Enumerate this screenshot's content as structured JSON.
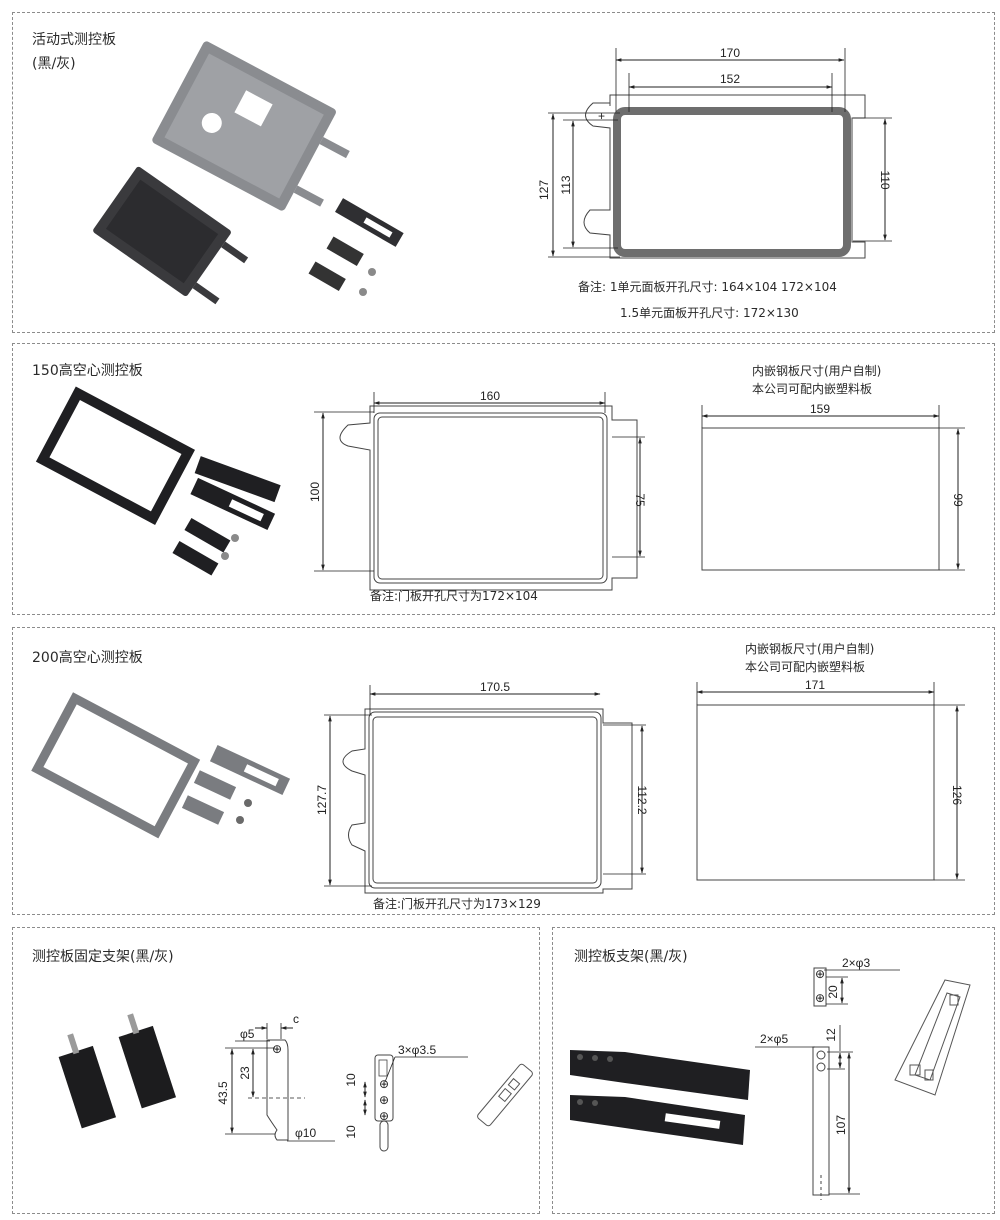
{
  "colors": {
    "border": "#8c8c8c",
    "line": "#333333",
    "gray_part": "#7d7f83",
    "black_part": "#2b2b2e",
    "thick_frame": "#6e6e6e"
  },
  "panels": [
    {
      "title": "活动式测控板",
      "subtitle": "(黑/灰)",
      "photo": "activity-panel-kit-photo",
      "drawing": {
        "dims": {
          "outer_width": "170",
          "inner_width": "152",
          "outer_height": "127",
          "inner_height": "113",
          "right_height": "110"
        },
        "notes": [
          "备注: 1单元面板开孔尺寸: 164×104   172×104",
          "1.5单元面板开孔尺寸: 172×130"
        ]
      }
    },
    {
      "title": "150高空心测控板",
      "photo": "150-hollow-panel-kit-photo",
      "drawing": {
        "dims": {
          "width": "160",
          "height": "100",
          "right_height": "75"
        },
        "note": "备注:门板开孔尺寸为172×104"
      },
      "insert": {
        "caption_line1": "内嵌钢板尺寸(用户自制)",
        "caption_line2": "本公司可配内嵌塑料板",
        "width": "159",
        "height": "99"
      }
    },
    {
      "title": "200高空心测控板",
      "photo": "200-hollow-panel-kit-photo",
      "drawing": {
        "dims": {
          "width": "170.5",
          "height": "127.7",
          "right_height": "112.2"
        },
        "note": "备注:门板开孔尺寸为173×129"
      },
      "insert": {
        "caption_line1": "内嵌钢板尺寸(用户自制)",
        "caption_line2": "本公司可配内嵌塑料板",
        "width": "171",
        "height": "126"
      }
    },
    {
      "title": "测控板固定支架(黑/灰)",
      "photo": "fixed-bracket-photo",
      "drawing_a": {
        "top": "c",
        "hole_small": "φ5",
        "height_total": "43.5",
        "height_mid": "23",
        "hole_large": "φ10"
      },
      "drawing_b": {
        "holes": "3×φ3.5",
        "spacing_top": "10",
        "spacing_bottom": "10"
      }
    },
    {
      "title": "测控板支架(黑/灰)",
      "photo": "bracket-photo",
      "drawing_top": {
        "holes": "2×φ3",
        "spacing": "20"
      },
      "drawing_main": {
        "holes": "2×φ5",
        "spacing": "12",
        "length": "107"
      }
    }
  ]
}
